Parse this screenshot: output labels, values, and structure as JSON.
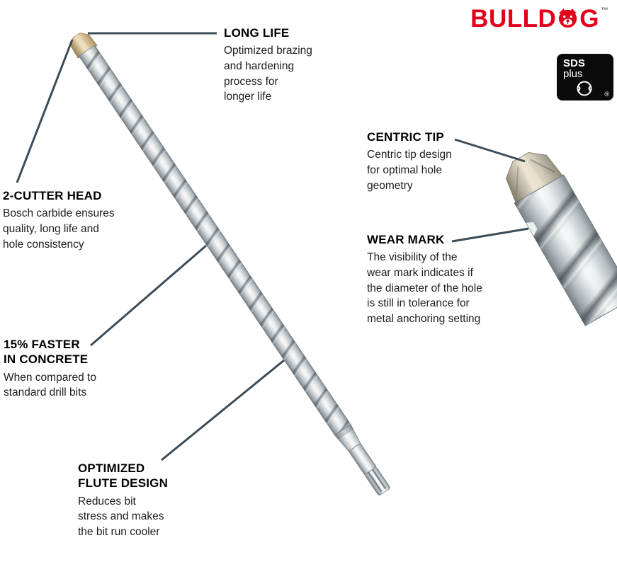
{
  "page": {
    "background": "#ffffff"
  },
  "brand": {
    "name_left": "BULLD",
    "name_right": "G",
    "trademark": "TM",
    "color": "#e2001a"
  },
  "sds_badge": {
    "title": "SDS",
    "subtitle": "plus",
    "registered": "®"
  },
  "callouts": {
    "long_life": {
      "title": "LONG LIFE",
      "body": "Optimized brazing\nand hardening\nprocess for\nlonger life"
    },
    "two_cutter_head": {
      "title": "2-CUTTER HEAD",
      "body": "Bosch carbide ensures\nquality, long life and\nhole consistency"
    },
    "centric_tip": {
      "title": "CENTRIC TIP",
      "body": "Centric tip design\nfor optimal hole\ngeometry"
    },
    "wear_mark": {
      "title": "WEAR MARK",
      "body": "The visibility of the\nwear mark indicates if\nthe diameter of the hole\nis still in tolerance for\nmetal anchoring setting"
    },
    "faster_in_concrete": {
      "title": "15% FASTER\nIN CONCRETE",
      "body": "When compared to\nstandard drill bits"
    },
    "optimized_flute": {
      "title": "OPTIMIZED\nFLUTE DESIGN",
      "body": "Reduces bit\nstress and makes\nthe bit run cooler"
    }
  },
  "colors": {
    "brand_red": "#e2001a",
    "leader_line": "#3d4c57",
    "bit_metal_light": "#f4f6f7",
    "bit_metal_dark": "#788086",
    "bit_tip_tan": "#e6d4ae",
    "badge_black": "#0a0a0a"
  }
}
